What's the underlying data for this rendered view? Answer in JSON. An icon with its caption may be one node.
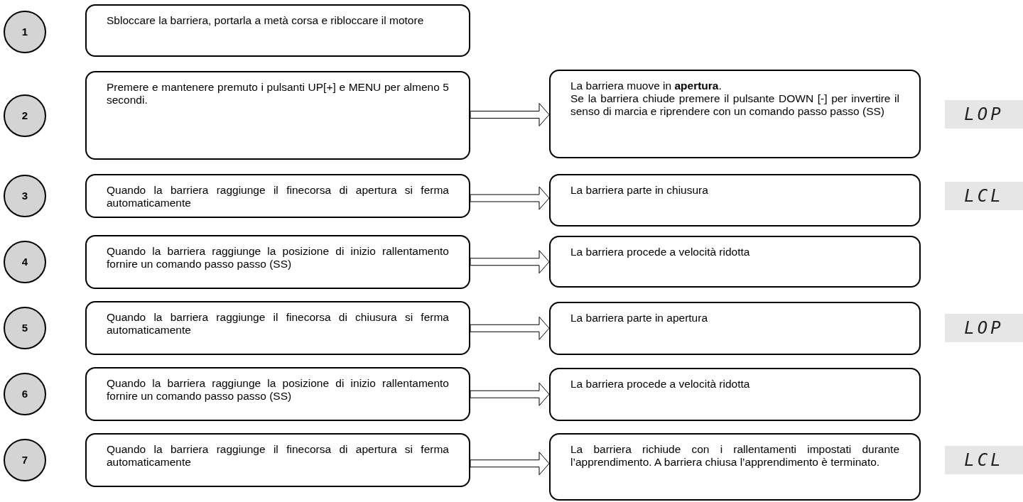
{
  "diagram": {
    "nodes": [
      {
        "text": [
          "1"
        ]
      },
      {
        "text": [
          "Sbloccare la barriera, portarla a metà corsa e ribloccare il motore"
        ]
      },
      {
        "text": [
          "2"
        ]
      },
      {
        "text": [
          "Premere e mantenere premuto i pulsanti UP[+] e MENU per almeno 5 secondi."
        ]
      },
      {
        "text": [
          "La barriera muove in **apertura**.",
          "Se la barriera chiude premere il pulsante DOWN [-] per invertire il senso di marcia e riprendere con un comando passo passo (SS)"
        ]
      },
      {
        "text": [
          "LOP"
        ]
      },
      {
        "text": [
          "3"
        ]
      },
      {
        "text": [
          "Quando la barriera raggiunge il finecorsa di apertura si ferma automaticamente"
        ]
      },
      {
        "text": [
          "La barriera parte in chiusura"
        ]
      },
      {
        "text": [
          "LCL"
        ]
      },
      {
        "text": [
          "4"
        ]
      },
      {
        "text": [
          "Quando la barriera raggiunge la posizione di inizio rallentamento fornire un comando passo passo (SS)"
        ]
      },
      {
        "text": [
          "La barriera procede a velocità ridotta"
        ]
      },
      {
        "text": [
          "5"
        ]
      },
      {
        "text": [
          "Quando la barriera raggiunge il finecorsa di chiusura si ferma automaticamente"
        ]
      },
      {
        "text": [
          "La barriera parte in apertura"
        ]
      },
      {
        "text": [
          "LOP"
        ]
      },
      {
        "text": [
          "6"
        ]
      },
      {
        "text": [
          "Quando la barriera raggiunge la posizione di inizio rallentamento fornire un comando passo passo (SS)"
        ]
      },
      {
        "text": [
          "La barriera procede a velocità ridotta"
        ]
      },
      {
        "text": [
          "7"
        ]
      },
      {
        "text": [
          "Quando la barriera raggiunge il finecorsa di apertura si ferma automaticamente"
        ]
      },
      {
        "text": [
          "La barriera richiude con i rallentamenti impostati durante l’apprendimento. A barriera chiusa l’apprendimento è terminato."
        ]
      },
      {
        "text": [
          "LCL"
        ]
      }
    ],
    "edges": [
      {
        "from": 3,
        "to": 4,
        "arrow": "to"
      },
      {
        "from": 7,
        "to": 8,
        "arrow": "to"
      },
      {
        "from": 11,
        "to": 12,
        "arrow": "to"
      },
      {
        "from": 14,
        "to": 15,
        "arrow": "to"
      },
      {
        "from": 18,
        "to": 19,
        "arrow": "to"
      },
      {
        "from": 21,
        "to": 22,
        "arrow": "to"
      }
    ]
  }
}
